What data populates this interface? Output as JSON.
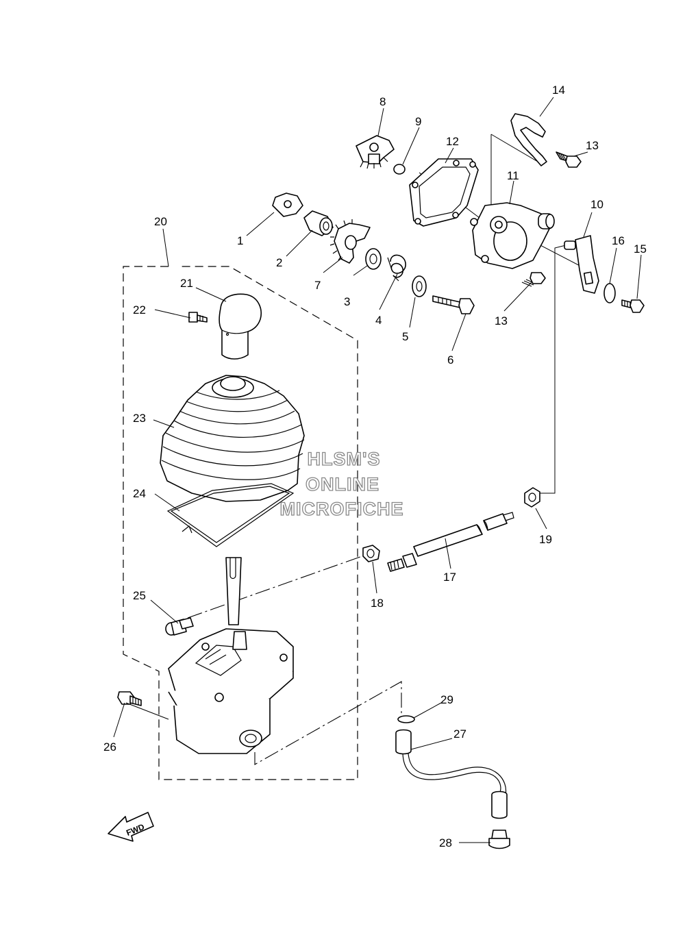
{
  "parts": [
    {
      "no": "1"
    },
    {
      "no": "2"
    },
    {
      "no": "3"
    },
    {
      "no": "4"
    },
    {
      "no": "5"
    },
    {
      "no": "6"
    },
    {
      "no": "7"
    },
    {
      "no": "8"
    },
    {
      "no": "9"
    },
    {
      "no": "10"
    },
    {
      "no": "11"
    },
    {
      "no": "12"
    },
    {
      "no": "13"
    },
    {
      "no": "13"
    },
    {
      "no": "14"
    },
    {
      "no": "15"
    },
    {
      "no": "16"
    },
    {
      "no": "17"
    },
    {
      "no": "18"
    },
    {
      "no": "19"
    },
    {
      "no": "20"
    },
    {
      "no": "21"
    },
    {
      "no": "22"
    },
    {
      "no": "23"
    },
    {
      "no": "24"
    },
    {
      "no": "25"
    },
    {
      "no": "26"
    },
    {
      "no": "27"
    },
    {
      "no": "28"
    },
    {
      "no": "29"
    }
  ],
  "watermark": [
    "HLSM'S",
    "ONLINE",
    "MICROFICHE"
  ],
  "fwd_label": "FWD"
}
